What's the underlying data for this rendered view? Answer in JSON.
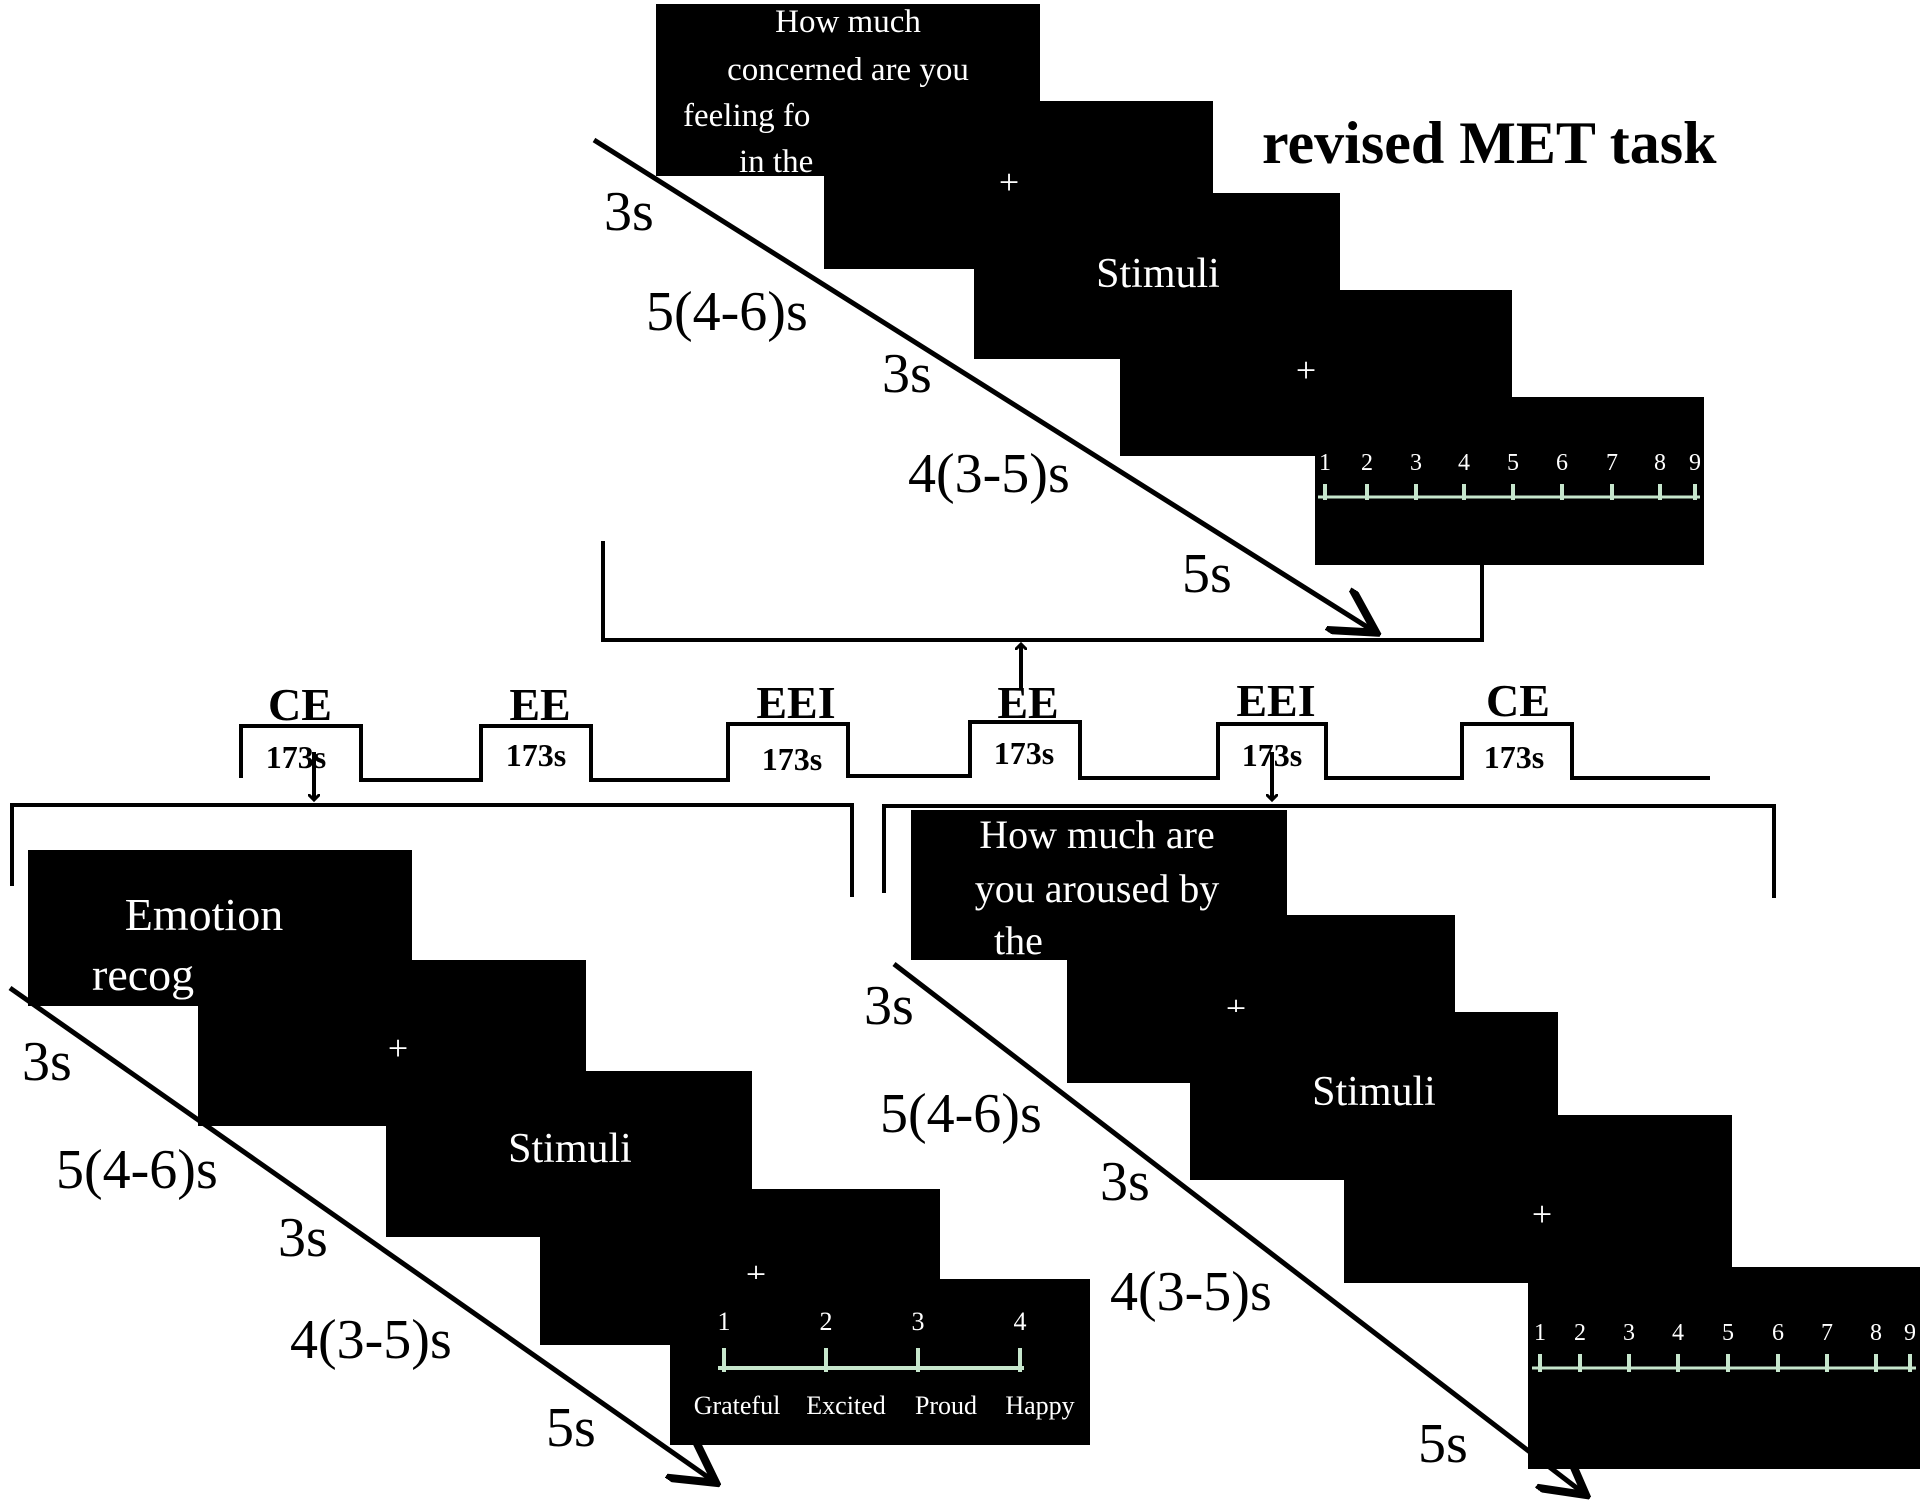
{
  "title": "revised MET task",
  "colors": {
    "background": "#ffffff",
    "screen": "#000000",
    "screen_text": "#ffffff",
    "scale": "#c6e6cc",
    "ink": "#000000"
  },
  "top_panel": {
    "prompt_lines": [
      "How much",
      "concerned  are you",
      "feeling fo",
      "in the"
    ],
    "fixation": "+",
    "stimulus": "Stimuli",
    "fixation2": "+",
    "scale_numbers": [
      "1",
      "2",
      "3",
      "4",
      "5",
      "6",
      "7",
      "8",
      "9"
    ],
    "durations": [
      "3s",
      "5(4-6)s",
      "3s",
      "4(3-5)s",
      "5s"
    ]
  },
  "blocks": [
    {
      "label": "CE",
      "duration": "173s"
    },
    {
      "label": "EE",
      "duration": "173s"
    },
    {
      "label": "EEI",
      "duration": "173s"
    },
    {
      "label": "EE",
      "duration": "173s"
    },
    {
      "label": "EEI",
      "duration": "173s"
    },
    {
      "label": "CE",
      "duration": "173s"
    }
  ],
  "bottom_left_panel": {
    "prompt_lines": [
      "Emotion",
      "recog"
    ],
    "fixation": "+",
    "stimulus": "Stimuli",
    "fixation2": "+",
    "scale_numbers": [
      "1",
      "2",
      "3",
      "4"
    ],
    "scale_labels": [
      "Grateful",
      "Excited",
      "Proud",
      "Happy"
    ],
    "durations": [
      "3s",
      "5(4-6)s",
      "3s",
      "4(3-5)s",
      "5s"
    ]
  },
  "bottom_right_panel": {
    "prompt_lines": [
      "How much are",
      "you aroused by",
      "the"
    ],
    "fixation": "+",
    "stimulus": "Stimuli",
    "fixation2": "+",
    "scale_numbers": [
      "1",
      "2",
      "3",
      "4",
      "5",
      "6",
      "7",
      "8",
      "9"
    ],
    "durations": [
      "3s",
      "5(4-6)s",
      "3s",
      "4(3-5)s",
      "5s"
    ]
  }
}
